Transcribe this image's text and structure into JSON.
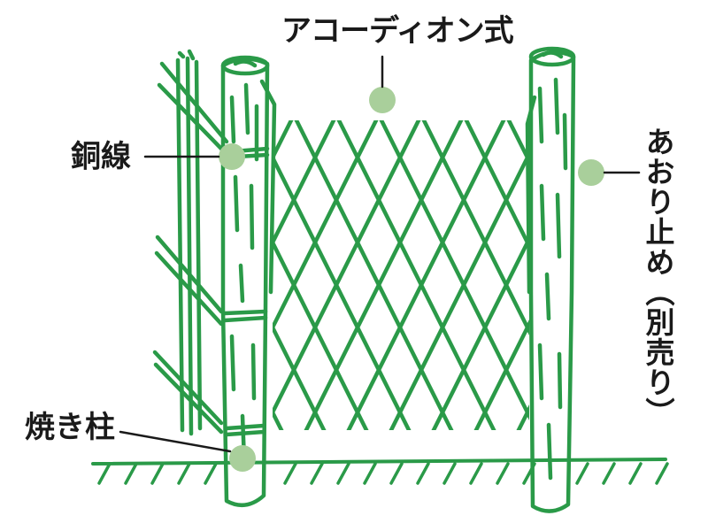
{
  "labels": {
    "accordion": "アコーディオン式",
    "copper_wire": "銅線",
    "burnt_post": "焼き柱",
    "stopper": "あおり止め（別売り）"
  },
  "colors": {
    "green": "#2a9a48",
    "marker": "#a9cf9b",
    "text": "#1a1a1a"
  }
}
